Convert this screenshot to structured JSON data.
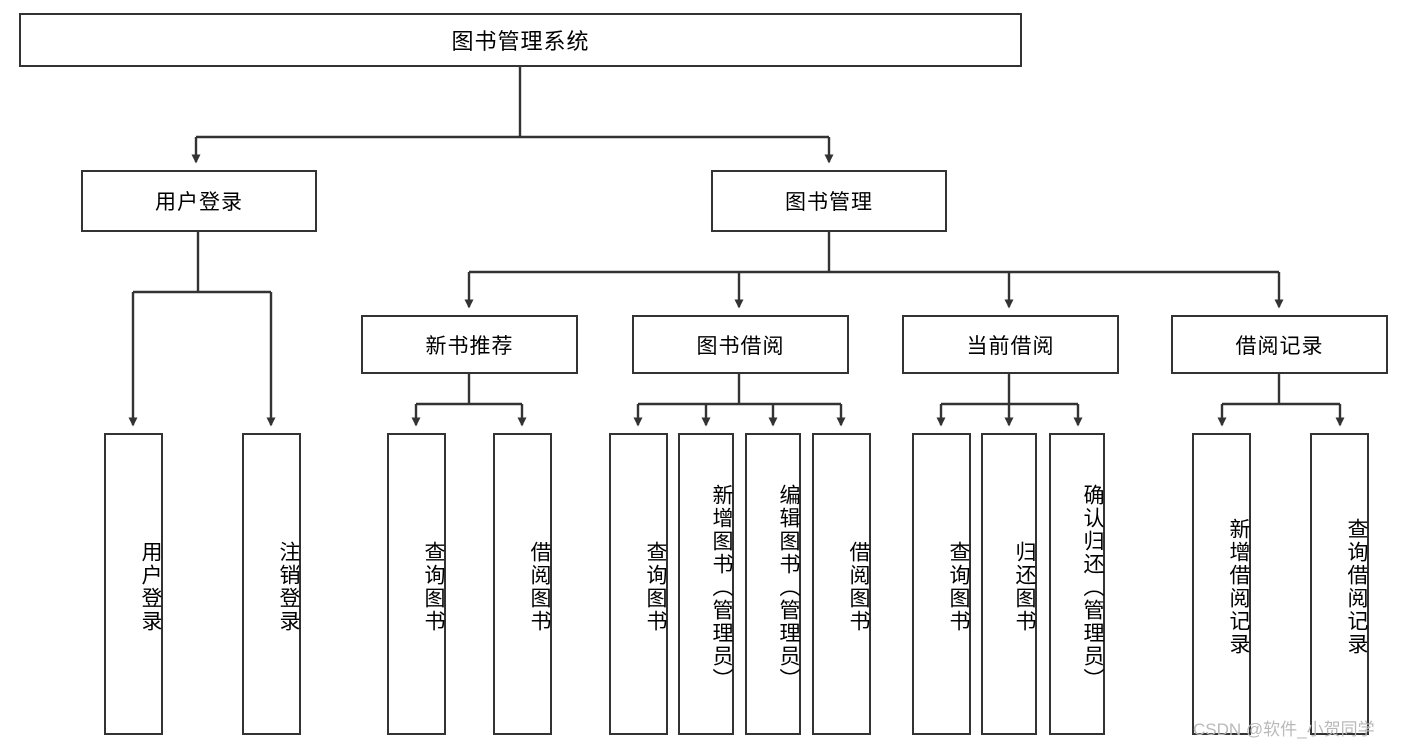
{
  "diagram": {
    "type": "tree",
    "title": "图书管理系统",
    "root": {
      "label": "图书管理系统"
    },
    "level2": [
      {
        "label": "用户登录"
      },
      {
        "label": "图书管理"
      }
    ],
    "level3": [
      {
        "label": "新书推荐"
      },
      {
        "label": "图书借阅"
      },
      {
        "label": "当前借阅"
      },
      {
        "label": "借阅记录"
      }
    ],
    "leaves": {
      "user_login": [
        {
          "label": "用户登录"
        },
        {
          "label": "注销登录"
        }
      ],
      "new_book_recommend": [
        {
          "label": "查询图书"
        },
        {
          "label": "借阅图书"
        }
      ],
      "book_borrow": [
        {
          "label": "查询图书"
        },
        {
          "label": "新增图书（管理员）"
        },
        {
          "label": "编辑图书（管理员）"
        },
        {
          "label": "借阅图书"
        }
      ],
      "current_borrow": [
        {
          "label": "查询图书"
        },
        {
          "label": "归还图书"
        },
        {
          "label": "确认归还（管理员）"
        }
      ],
      "borrow_record": [
        {
          "label": "新增借阅记录"
        },
        {
          "label": "查询借阅记录"
        }
      ]
    },
    "colors": {
      "stroke": "#333333",
      "fill": "#ffffff",
      "text": "#000000",
      "watermark": "#b9b9b9"
    }
  },
  "watermark": {
    "text": "CSDN @软件_小贺同学"
  }
}
